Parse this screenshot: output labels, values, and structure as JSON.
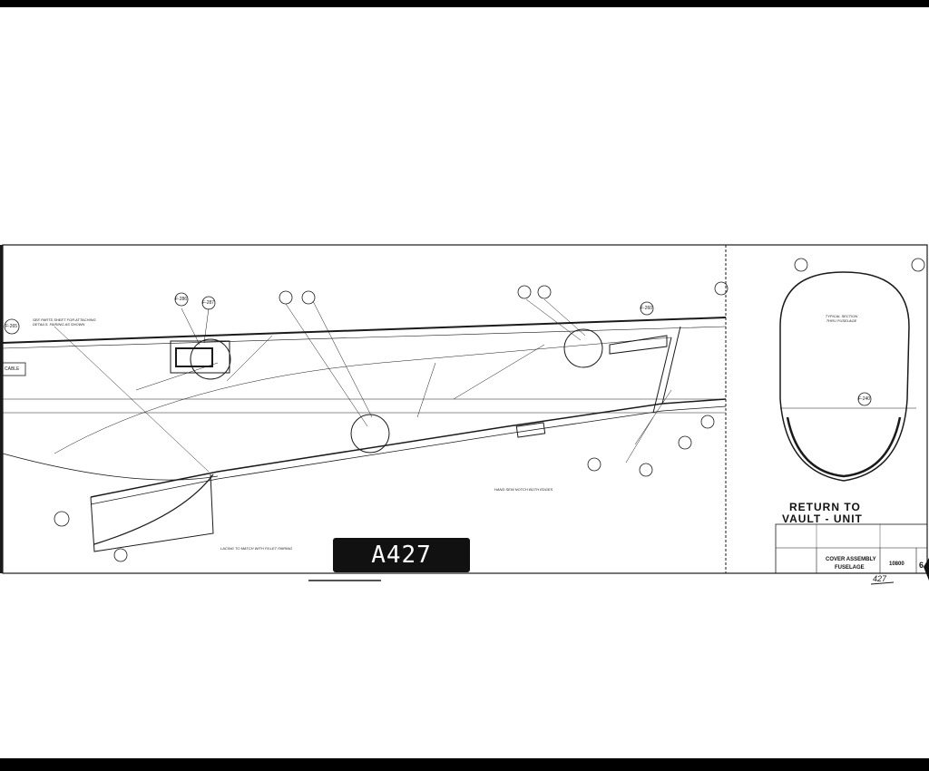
{
  "drawing": {
    "sheet_tag": "A427",
    "stamp_line1": "RETURN TO",
    "stamp_line2": "VAULT - UNIT",
    "title_line1": "COVER ASSEMBLY",
    "title_line2": "FUSELAGE",
    "drawing_number": "10800",
    "revision": "6",
    "handwritten_number": "427",
    "section_label": "TYPICAL SECTION THRU FUSELAGE",
    "box_label": "CABLE",
    "note_left": "SEE PARTS SHEET FOR ATTACHING DETAILS. FAIRING AS SHOWN",
    "note_bottom": "LACING TO MATCH WITH FILLET FAIRING",
    "note_center": "HAND SEW NOTCH BOTH EDGES",
    "station_labels": [
      "F-265",
      "F-286",
      "F-287",
      "F-260",
      "F-240"
    ],
    "ink_color": "#1a1a1a"
  }
}
